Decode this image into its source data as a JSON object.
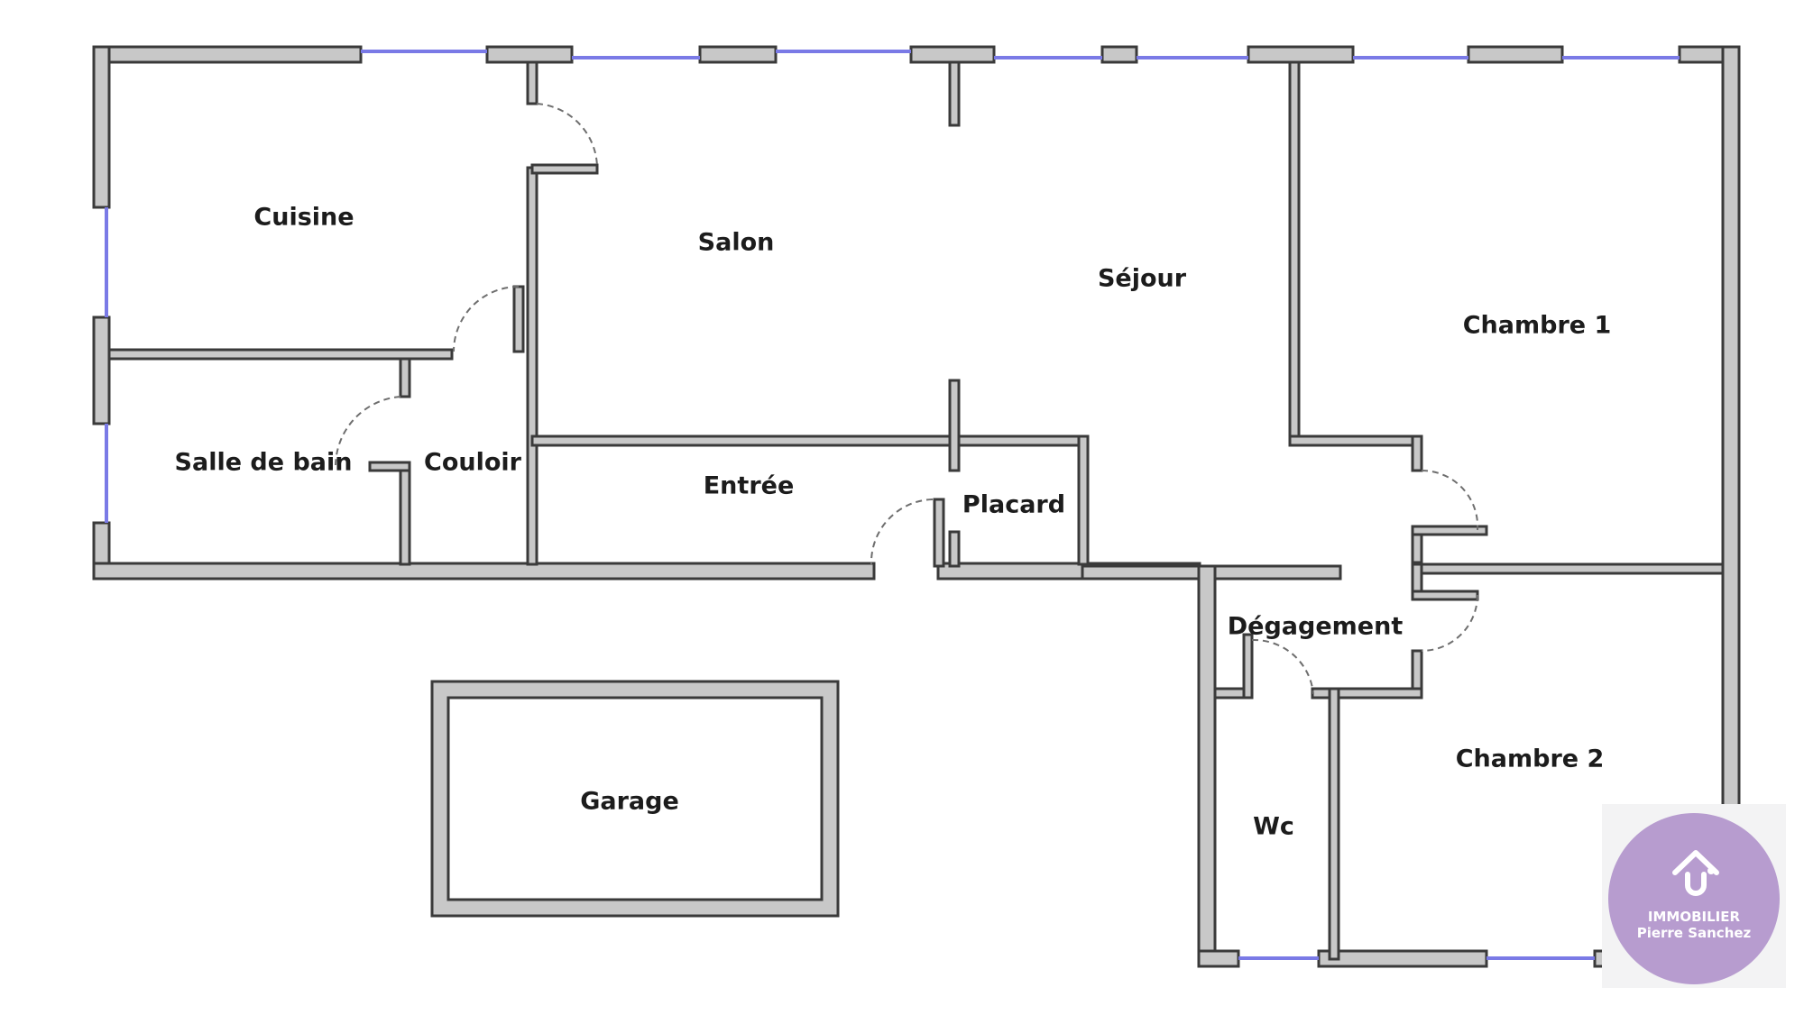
{
  "rooms": {
    "cuisine": "Cuisine",
    "salon": "Salon",
    "sejour": "Séjour",
    "chambre1": "Chambre 1",
    "salle_de_bain": "Salle de bain",
    "couloir": "Couloir",
    "entree": "Entrée",
    "placard": "Placard",
    "degagement": "Dégagement",
    "chambre2": "Chambre 2",
    "wc": "Wc",
    "garage": "Garage"
  },
  "logo": {
    "line1": "IMMOBILIER",
    "line2": "Pierre Sanchez",
    "icon": "house-icon"
  },
  "colors": {
    "wall_fill": "#c8c8c8",
    "wall_outline": "#3a3a3a",
    "window": "#7a7ae6",
    "logo_circle": "#b79ccf"
  }
}
